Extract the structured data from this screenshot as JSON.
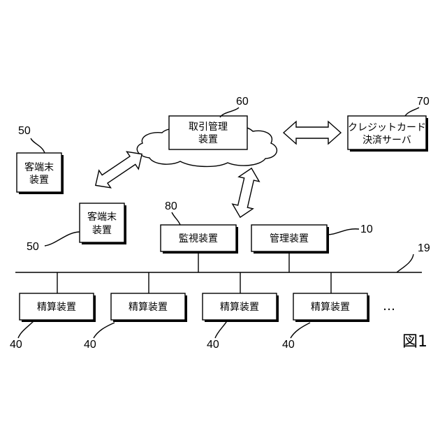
{
  "figure_label": "図1",
  "transaction_server": {
    "line1": "取引管理",
    "line2": "装置",
    "ref": "60"
  },
  "credit_server": {
    "line1": "クレジットカード",
    "line2": "決済サーバ",
    "ref": "70"
  },
  "customer_terminal_1": {
    "line1": "客端末",
    "line2": "装置",
    "ref": "50"
  },
  "customer_terminal_2": {
    "line1": "客端末",
    "line2": "装置",
    "ref": "50"
  },
  "monitoring_device": {
    "label": "監視装置",
    "ref": "80"
  },
  "management_device": {
    "label": "管理装置",
    "ref": "10"
  },
  "network": {
    "ref": "19"
  },
  "checkout_devices": [
    {
      "label": "精算装置",
      "ref": "40"
    },
    {
      "label": "精算装置",
      "ref": "40"
    },
    {
      "label": "精算装置",
      "ref": "40"
    },
    {
      "label": "精算装置",
      "ref": "40"
    }
  ],
  "more_indicator": "…"
}
